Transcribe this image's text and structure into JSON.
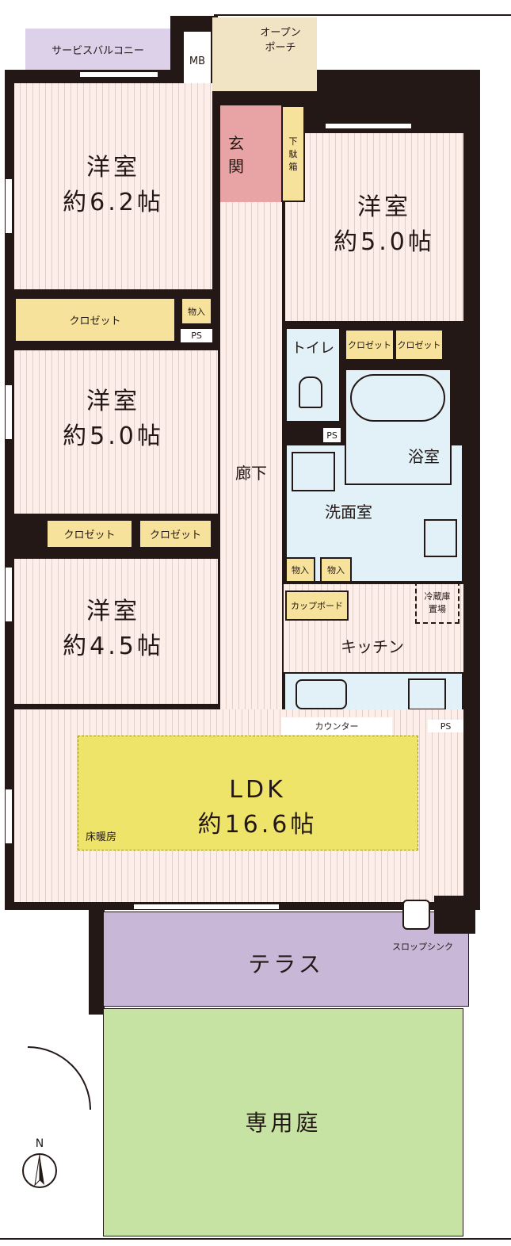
{
  "rooms": {
    "service_balcony": "サービスバルコニー",
    "mb": "MB",
    "open_porch": "オープン\nポーチ",
    "genkan": "玄\n関",
    "shoe_box": "下\n駄\n箱",
    "western_1": {
      "name": "洋室",
      "size": "約6.2帖"
    },
    "western_2": {
      "name": "洋室",
      "size": "約5.0帖"
    },
    "western_3": {
      "name": "洋室",
      "size": "約5.0帖"
    },
    "western_4": {
      "name": "洋室",
      "size": "約4.5帖"
    },
    "closet": "クロゼット",
    "storage": "物入",
    "ps": "PS",
    "hallway": "廊下",
    "toilet": "トイレ",
    "bath": "浴室",
    "washroom": "洗面室",
    "cupboard": "カップボード",
    "fridge": "冷蔵庫\n置場",
    "kitchen": "キッチン",
    "counter": "カウンター",
    "ldk": {
      "name": "LDK",
      "size": "約16.6帖"
    },
    "floor_heating": "床暖房",
    "slop_sink": "スロップシンク",
    "terrace": "テラス",
    "garden": "専用庭"
  },
  "compass": "N",
  "colors": {
    "wall": "#231815",
    "closet": "#f7e29c",
    "wet": "#e1f1f7",
    "genkan": "#e8a4a4",
    "terrace": "#c8b7d7",
    "garden": "#c7e3a3",
    "heating": "#efe46a"
  }
}
